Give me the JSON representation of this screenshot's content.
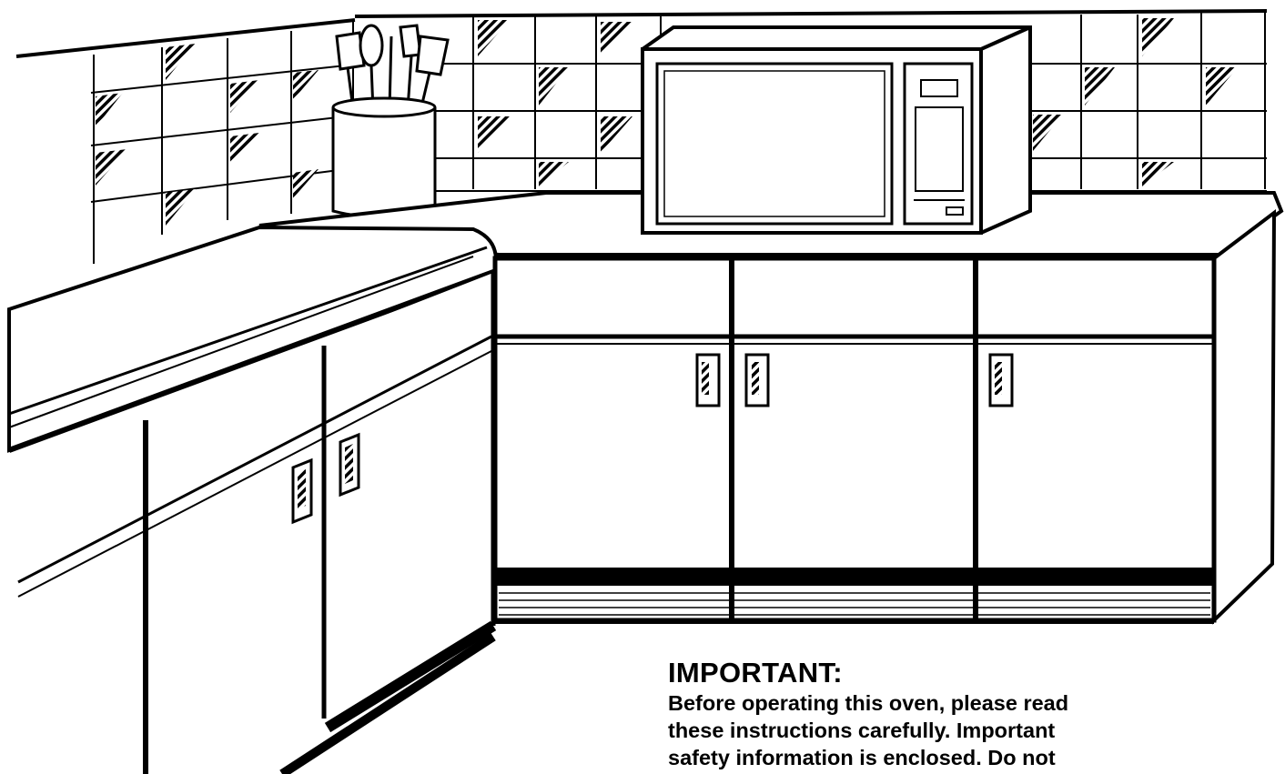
{
  "notice": {
    "heading": "IMPORTANT:",
    "lines": [
      "Before operating this oven, please read",
      "these instructions carefully. Important",
      "safety information is enclosed. Do not"
    ]
  },
  "illustration": {
    "subject": "microwave oven on kitchen counter",
    "style": "black-and-white line drawing",
    "line_color": "#000000",
    "background_color": "#ffffff"
  }
}
